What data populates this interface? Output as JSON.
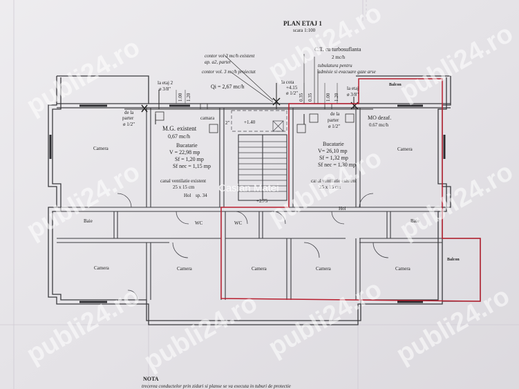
{
  "header": {
    "title": "PLAN ETAJ 1",
    "scale": "scara 1:100"
  },
  "rooms": {
    "camera": "Camera",
    "baie": "Baie",
    "wc": "WC",
    "hol": "Hol",
    "balcon": "Balcon",
    "bucatarie": "Bucatarie"
  },
  "kitchen_left": {
    "mg": "M.G. existent",
    "mg_flow": "0,67 mc/h",
    "camara": "camara",
    "name": "Bucatarie",
    "v": "V = 22,98 mp",
    "sf": "Sf = 1,20 mp",
    "sfnec": "Sf nec = 1,15 mp",
    "vent": "canal ventilatie existent",
    "vent_dim": "25 x 15 cm"
  },
  "kitchen_right": {
    "mo": "MO dezaf.",
    "mo_flow": "0.67 mc/h",
    "name": "Bucatarie",
    "v": "V= 26,10 mp",
    "sf": "Sf = 1,32 mp",
    "sfnec": "Sf nec = 1,30 mp",
    "vent": "canal ventilatie existent",
    "vent_dim": "25 x 15 cm"
  },
  "notes": {
    "contor_exist": "contor vol 3 mc/h existent",
    "contor_exist2": "ap. a2, parter",
    "contor_proj": "contor vol. 3 mc/h proiectat",
    "qi": "Qi = 2,67 mc/h",
    "ct": "C.T. cu turbosuflanta",
    "ct_flow": "2 mc/h",
    "tub1": "tubulatura pentru",
    "tub2": "admisie si evacuare gaze arse",
    "la_etaj2": "la etaj 2",
    "d38_left": "ø 3/8\"",
    "la_cota": "la cota",
    "cota_val": "+4.15",
    "d12_top": "ø 1/2\"",
    "la_etaj": "la etaj",
    "d38_right": "ø 3/8\"",
    "de_la_parter": "de la",
    "parter": "parter",
    "d12": "ø 1/2\"",
    "sp34": "sp. 34",
    "stair_top": "+1.40",
    "stair_bottom": "+2.75",
    "dim_100": "1.00",
    "dim_120": "1.20",
    "dim_035": "0.35",
    "dim_2": "2\"",
    "nota": "NOTA",
    "nota_text": "trecerea conductelor prin ziduri si planse se va executa in tuburi de protectie"
  },
  "watermarks": {
    "site": "publi24.ro",
    "author": "Casian Matei"
  }
}
